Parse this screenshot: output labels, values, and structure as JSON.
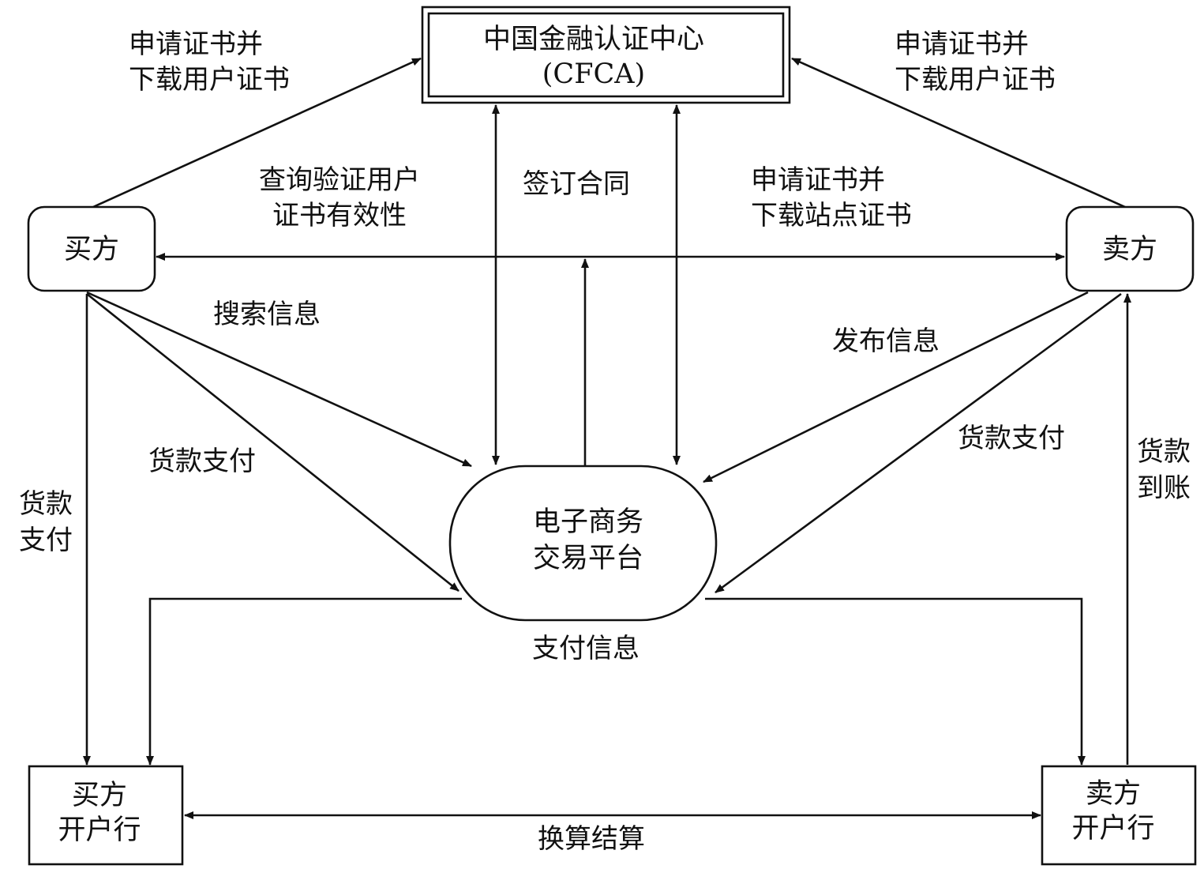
{
  "nodes": {
    "cfca": {
      "line1": "中国金融认证中心",
      "line2": "(CFCA)"
    },
    "buyer": "买方",
    "seller": "卖方",
    "platform": {
      "line1": "电子商务",
      "line2": "交易平台"
    },
    "buyer_bank": {
      "line1": "买方",
      "line2": "开户行"
    },
    "seller_bank": {
      "line1": "卖方",
      "line2": "开户行"
    }
  },
  "edges": {
    "buyer_apply_cert": {
      "line1": "申请证书并",
      "line2": "下载用户证书"
    },
    "seller_apply_cert": {
      "line1": "申请证书并",
      "line2": "下载用户证书"
    },
    "query_verify": {
      "line1": "查询验证用户",
      "line2": "证书有效性"
    },
    "sign_contract": "签订合同",
    "platform_apply_cert": {
      "line1": "申请证书并",
      "line2": "下载站点证书"
    },
    "search_info": "搜索信息",
    "publish_info": "发布信息",
    "buyer_payment_platform": "货款支付",
    "seller_payment_platform": "货款支付",
    "buyer_payment_bank": {
      "line1": "货款",
      "line2": "支付"
    },
    "payment_received": {
      "line1": "货款",
      "line2": "到账"
    },
    "payment_info": "支付信息",
    "settlement": "换算结算"
  }
}
